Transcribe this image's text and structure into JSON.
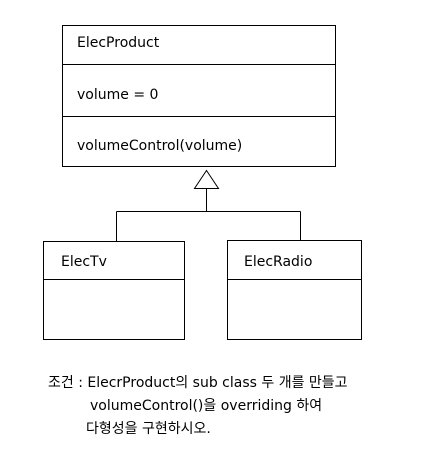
{
  "diagram": {
    "parent": {
      "name": "ElecProduct",
      "attribute": "volume = 0",
      "method": "volumeControl(volume)"
    },
    "children": [
      {
        "name": "ElecTv"
      },
      {
        "name": "ElecRadio"
      }
    ]
  },
  "caption": {
    "line1": "조건 : ElecrProduct의 sub class 두 개를 만들고",
    "line2": "volumeControl()을 overriding 하여",
    "line3": "다형성을 구현하시오."
  }
}
